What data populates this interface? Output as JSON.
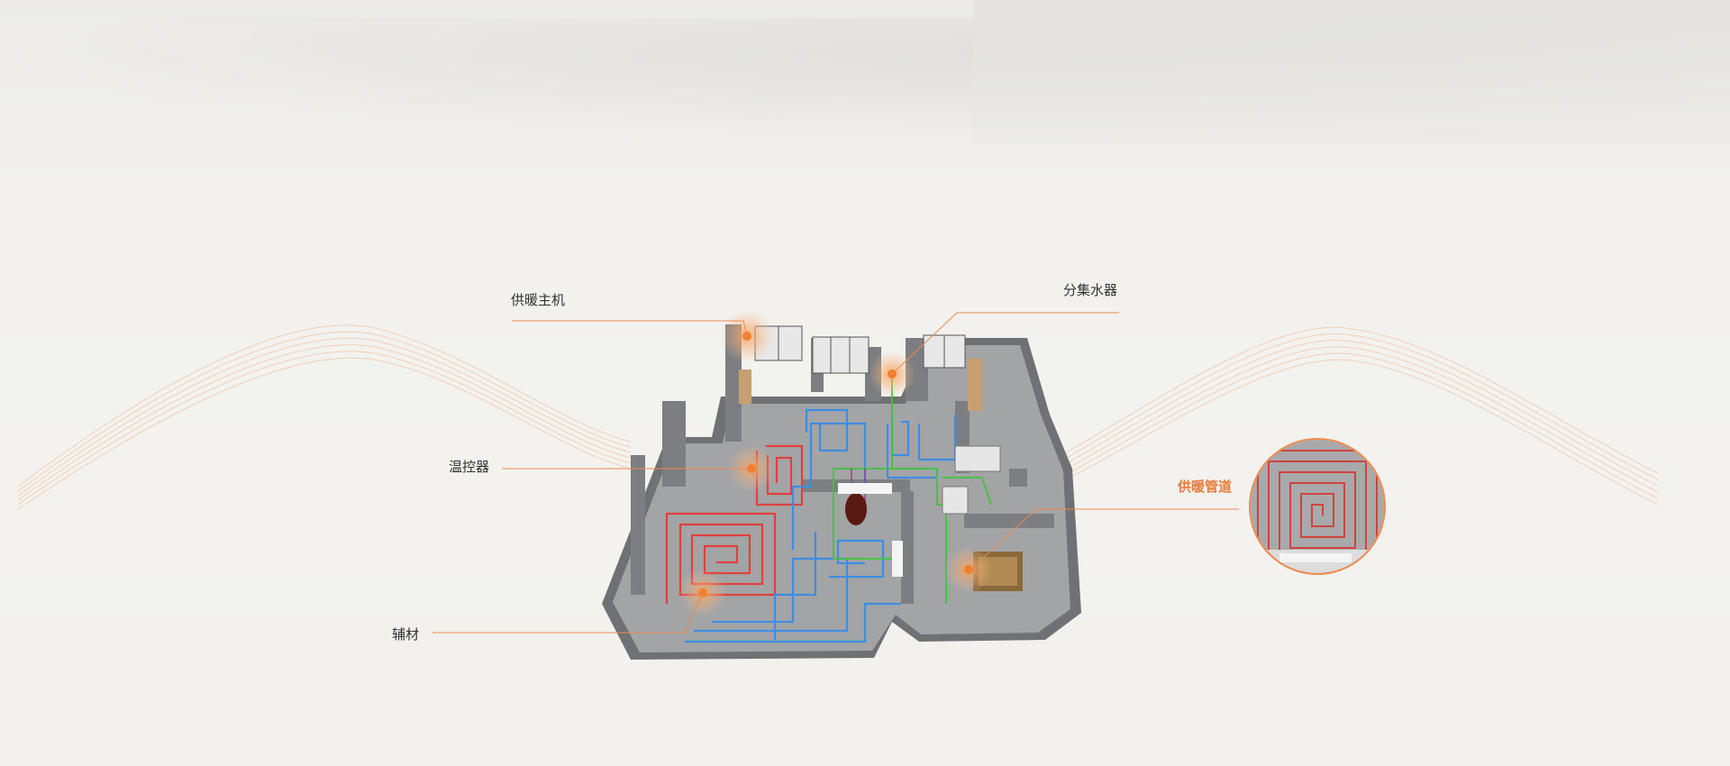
{
  "diagram": {
    "labels": {
      "heating_host": "供暖主机",
      "manifold": "分集水器",
      "thermostat": "温控器",
      "accessories": "辅材",
      "heating_pipe": "供暖管道"
    },
    "colors": {
      "accent": "#ea7a3a",
      "leader_line": "#ec8a4f",
      "hot_pipe": "#e2403f",
      "cold_pipe": "#3d8ee0",
      "feed_pipe": "#3ec63a",
      "floor": "#9b9c9e",
      "wall": "#6f7174"
    }
  }
}
